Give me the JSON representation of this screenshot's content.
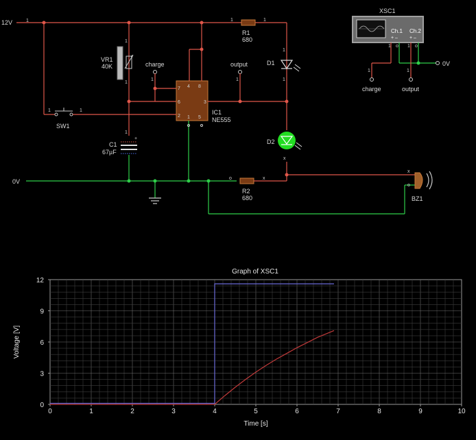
{
  "circuit": {
    "rail_top": "12V",
    "rail_bottom": "0V",
    "scope_ground": "0V",
    "vr1": {
      "name": "VR1",
      "value": "40K"
    },
    "r1": {
      "name": "R1",
      "value": "680"
    },
    "r2": {
      "name": "R2",
      "value": "680"
    },
    "d1": {
      "name": "D1"
    },
    "d2": {
      "name": "D2"
    },
    "c1": {
      "name": "C1",
      "value": "67µF"
    },
    "ic1": {
      "name": "IC1",
      "value": "NE555",
      "pins": [
        "7",
        "6",
        "2",
        "4",
        "8",
        "3",
        "1",
        "5"
      ]
    },
    "sw1": {
      "name": "SW1"
    },
    "bz1": {
      "name": "BZ1"
    },
    "probe_charge": "charge",
    "probe_output": "output",
    "scope": {
      "name": "XSC1",
      "ch1": "Ch.1",
      "ch2": "Ch.2",
      "ch1_label": "charge",
      "ch2_label": "output"
    }
  },
  "colors": {
    "positive_wire": "#e0574a",
    "ground_wire": "#2fcf4a",
    "trace_charge": "#c03a3a",
    "trace_output": "#6a6ad8",
    "ic_body": "#7a3b14",
    "led_lit": "#22dd22"
  },
  "chart_data": {
    "type": "line",
    "title": "Graph of XSC1",
    "xlabel": "Time [s]",
    "ylabel": "Voltage [V]",
    "xlim": [
      0,
      10
    ],
    "ylim": [
      0,
      12
    ],
    "xticks": [
      "0",
      "1",
      "2",
      "3",
      "4",
      "5",
      "6",
      "7",
      "8",
      "9",
      "10"
    ],
    "yticks": [
      "0",
      "3",
      "6",
      "9",
      "12"
    ],
    "grid": true,
    "series": [
      {
        "name": "charge",
        "color": "#c03a3a",
        "x": [
          0,
          4.0,
          4.25,
          4.5,
          4.75,
          5.0,
          5.25,
          5.5,
          5.75,
          6.0,
          6.25,
          6.5,
          6.75,
          6.9
        ],
        "y": [
          0,
          0,
          0.85,
          1.65,
          2.4,
          3.1,
          3.75,
          4.35,
          4.9,
          5.45,
          5.95,
          6.45,
          6.85,
          7.1
        ]
      },
      {
        "name": "output",
        "color": "#6a6ad8",
        "x": [
          0,
          4.0,
          4.0,
          6.9
        ],
        "y": [
          0.1,
          0.1,
          11.6,
          11.6
        ]
      }
    ]
  }
}
